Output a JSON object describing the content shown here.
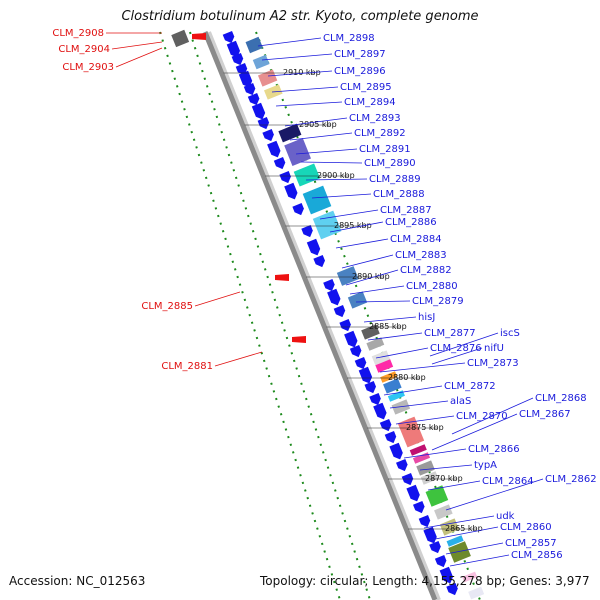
{
  "title": "Clostridium botulinum A2 str. Kyoto, complete genome",
  "footer": {
    "accession": "Accession: NC_012563",
    "topology": "Topology: circular; Length: 4,155,278 bp; Genes: 3,977"
  },
  "colors": {
    "forward_label": "#1a1adb",
    "reverse_label": "#e01010",
    "backbone": "#8a8a8a",
    "dotted_track": "#1c8a1c",
    "forward_arrow": "#1212ee",
    "reverse_arrow": "#ee1111"
  },
  "scale_ticks": [
    "2910 kbp",
    "2905 kbp",
    "2900 kbp",
    "2895 kbp",
    "2890 kbp",
    "2885 kbp",
    "2880 kbp",
    "2875 kbp",
    "2870 kbp",
    "2865 kbp"
  ],
  "forward_genes": [
    "CLM_2898",
    "CLM_2897",
    "CLM_2896",
    "CLM_2895",
    "CLM_2894",
    "CLM_2893",
    "CLM_2892",
    "CLM_2891",
    "CLM_2890",
    "CLM_2889",
    "CLM_2888",
    "CLM_2887",
    "CLM_2886",
    "CLM_2884",
    "CLM_2883",
    "CLM_2882",
    "CLM_2880",
    "CLM_2879",
    "hisJ",
    "CLM_2877",
    "iscS",
    "CLM_2876",
    "nifU",
    "CLM_2873",
    "CLM_2872",
    "alaS",
    "CLM_2868",
    "CLM_2870",
    "CLM_2867",
    "CLM_2866",
    "typA",
    "CLM_2864",
    "CLM_2862",
    "udk",
    "CLM_2860",
    "CLM_2857",
    "CLM_2856"
  ],
  "reverse_genes": [
    "CLM_2908",
    "CLM_2904",
    "CLM_2903",
    "CLM_2885",
    "CLM_2881"
  ],
  "icons": {
    "forward_gene": "blue-arrow-icon",
    "reverse_gene": "red-arrow-icon"
  }
}
